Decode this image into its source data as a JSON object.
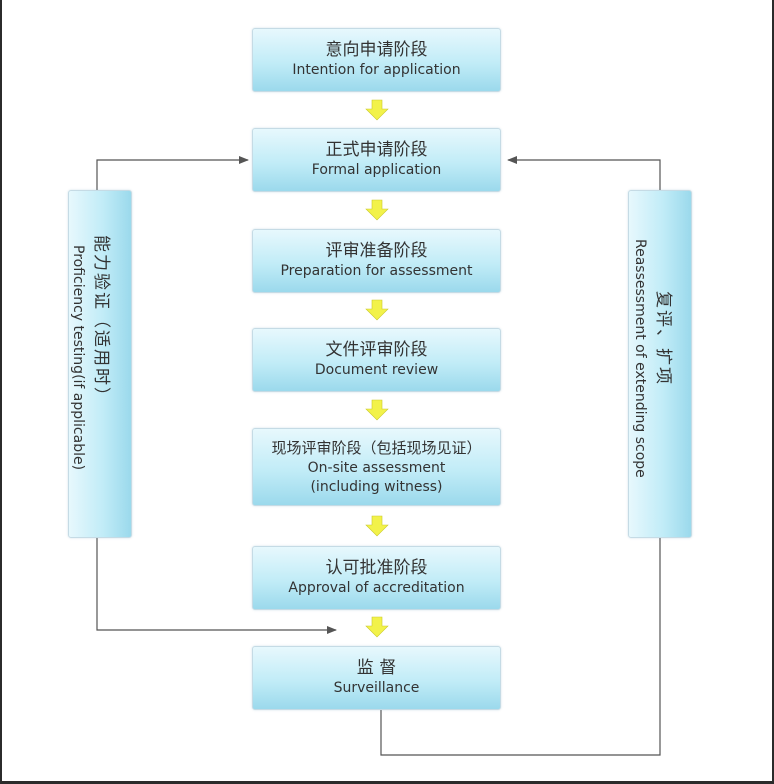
{
  "steps": [
    {
      "zh": "意向申请阶段",
      "en": "Intention for application"
    },
    {
      "zh": "正式申请阶段",
      "en": "Formal application"
    },
    {
      "zh": "评审准备阶段",
      "en": "Preparation for assessment"
    },
    {
      "zh": "文件评审阶段",
      "en": "Document review"
    },
    {
      "zh": "现场评审阶段（包括现场见证）",
      "en": "On-site assessment",
      "en2": "(including witness)"
    },
    {
      "zh": "认可批准阶段",
      "en": "Approval of accreditation"
    },
    {
      "zh": "监 督",
      "en": "Surveillance"
    }
  ],
  "left_box": {
    "zh": "能力验证（适用时）",
    "en": "Proficiency testing(if applicable)"
  },
  "right_box": {
    "zh": "复评、扩项",
    "en": "Reassessment of extending scope"
  },
  "colors": {
    "box_top": "#e7f8fd",
    "box_bottom": "#9bd9ec",
    "arrow_fill": "#f2f24a",
    "line": "#555555"
  }
}
